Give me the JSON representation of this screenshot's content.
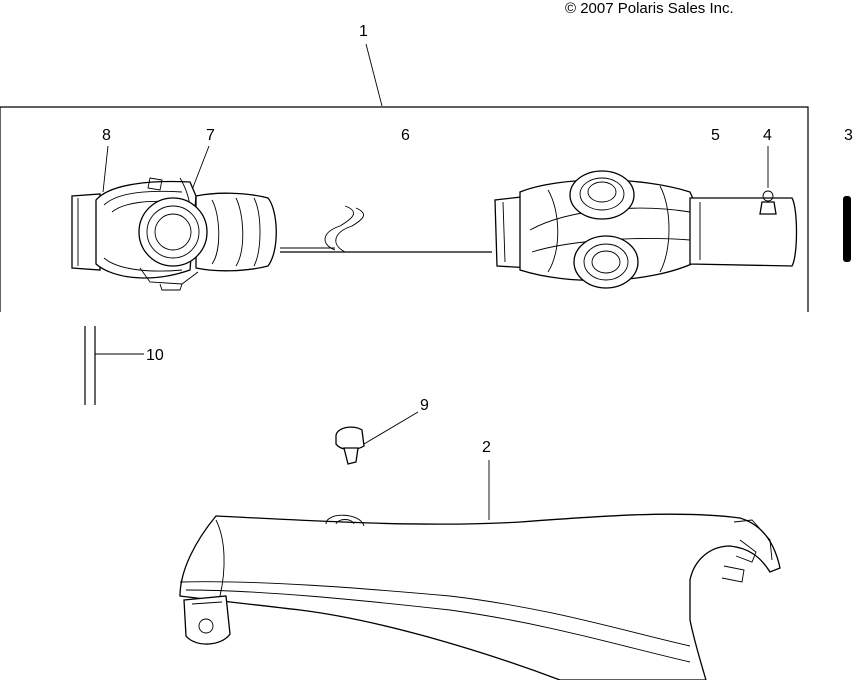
{
  "copyright": "© 2007 Polaris Sales Inc.",
  "callouts": {
    "c1": "1",
    "c2": "2",
    "c3": "3",
    "c4": "4",
    "c5": "5",
    "c6": "6",
    "c7": "7",
    "c8": "8",
    "c9": "9",
    "c10": "10"
  }
}
